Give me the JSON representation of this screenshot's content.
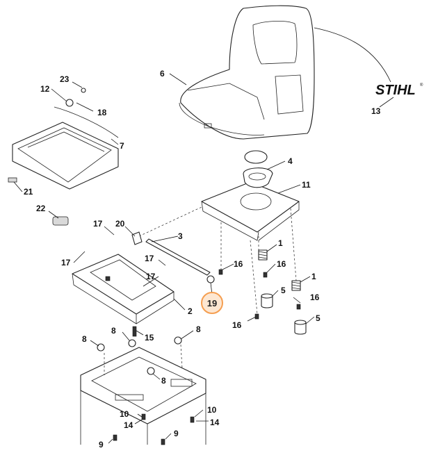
{
  "brand": {
    "logo_text": "STIHL",
    "registered_mark": "®"
  },
  "highlight": {
    "label": "19",
    "color": "#F59E50",
    "fill": "#FDE7D2"
  },
  "callouts": [
    {
      "id": "c6",
      "label": "6"
    },
    {
      "id": "c13",
      "label": "13"
    },
    {
      "id": "c23",
      "label": "23"
    },
    {
      "id": "c12",
      "label": "12"
    },
    {
      "id": "c18",
      "label": "18"
    },
    {
      "id": "c7",
      "label": "7"
    },
    {
      "id": "c21",
      "label": "21"
    },
    {
      "id": "c4",
      "label": "4"
    },
    {
      "id": "c11",
      "label": "11"
    },
    {
      "id": "c22",
      "label": "22"
    },
    {
      "id": "c17a",
      "label": "17"
    },
    {
      "id": "c20",
      "label": "20"
    },
    {
      "id": "c3",
      "label": "3"
    },
    {
      "id": "c17b",
      "label": "17"
    },
    {
      "id": "c17c",
      "label": "17"
    },
    {
      "id": "c17d",
      "label": "17"
    },
    {
      "id": "c1a",
      "label": "1"
    },
    {
      "id": "c16a",
      "label": "16"
    },
    {
      "id": "c16b",
      "label": "16"
    },
    {
      "id": "c1b",
      "label": "1"
    },
    {
      "id": "c5a",
      "label": "5"
    },
    {
      "id": "c16c",
      "label": "16"
    },
    {
      "id": "c2",
      "label": "2"
    },
    {
      "id": "c16d",
      "label": "16"
    },
    {
      "id": "c5b",
      "label": "5"
    },
    {
      "id": "c8a",
      "label": "8"
    },
    {
      "id": "c15",
      "label": "15"
    },
    {
      "id": "c8b",
      "label": "8"
    },
    {
      "id": "c8c",
      "label": "8"
    },
    {
      "id": "c8d",
      "label": "8"
    },
    {
      "id": "c10a",
      "label": "10"
    },
    {
      "id": "c10b",
      "label": "10"
    },
    {
      "id": "c14a",
      "label": "14"
    },
    {
      "id": "c14b",
      "label": "14"
    },
    {
      "id": "c9a",
      "label": "9"
    },
    {
      "id": "c9b",
      "label": "9"
    }
  ]
}
